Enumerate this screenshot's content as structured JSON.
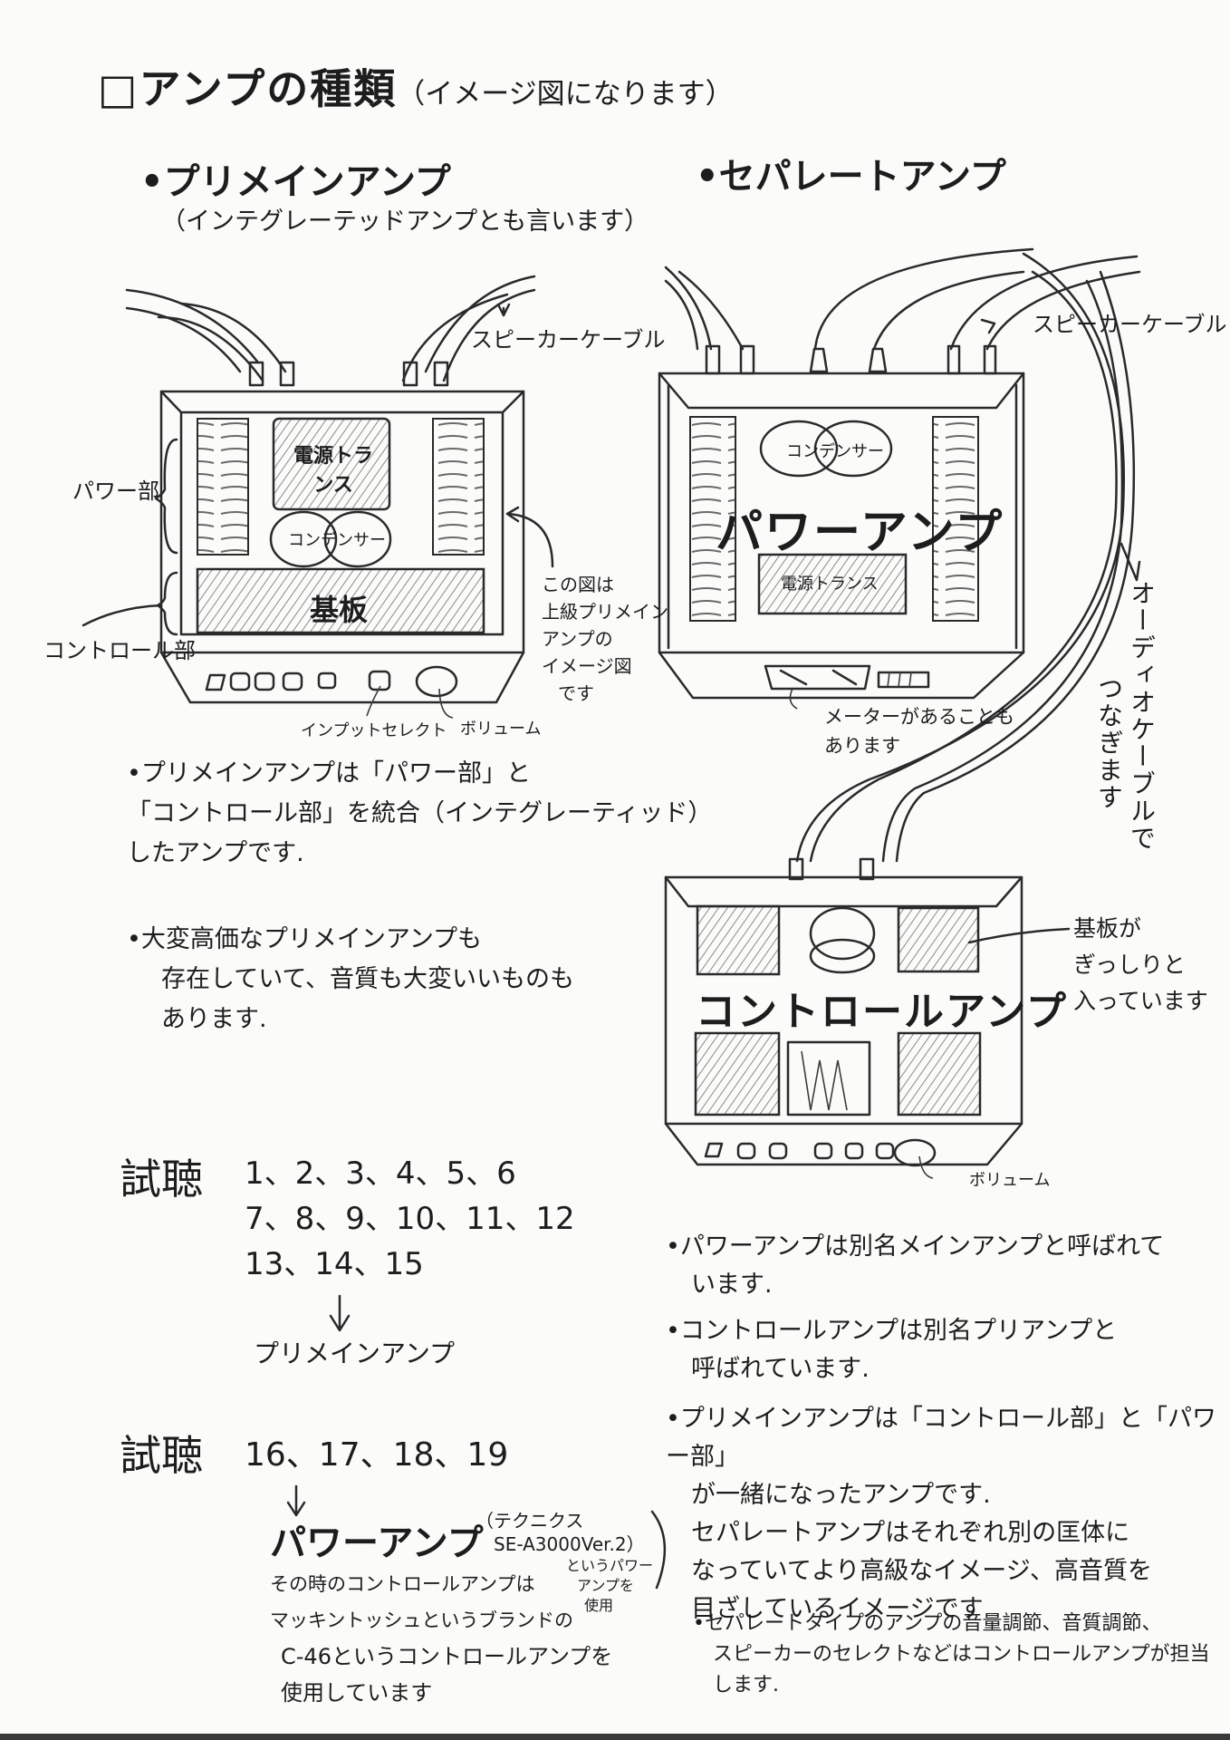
{
  "page": {
    "title": "□アンプの種類",
    "title_note": "（イメージ図になります）"
  },
  "integrated": {
    "heading": "•プリメインアンプ",
    "subheading": "（インテグレーテッドアンプとも言います）",
    "diagram": {
      "speaker_cable_label": "スピーカーケーブル",
      "power_section_label": "パワー部",
      "control_section_label": "コントロール部",
      "transformer_label": "電源トランス",
      "capacitor_label": "コンデンサー",
      "board_label": "基板",
      "input_select_label": "インプットセレクト",
      "volume_label": "ボリューム",
      "note_lines": [
        "この図は",
        "上級プリメイン",
        "アンプの",
        "イメージ図",
        "です"
      ]
    },
    "bullets": [
      {
        "lines": [
          "•プリメインアンプは「パワー部」と",
          "「コントロール部」を統合（インテグレーティッド）",
          "したアンプです."
        ]
      },
      {
        "lines": [
          "•大変高価なプリメインアンプも",
          "存在していて、音質も大変いいものも",
          "あります."
        ]
      }
    ]
  },
  "separate": {
    "heading": "•セパレートアンプ",
    "power_amp": {
      "label": "パワーアンプ",
      "capacitor_label": "コンデンサー",
      "transformer_label": "電源トランス",
      "speaker_cable_label": "スピーカーケーブル",
      "meter_note_lines": [
        "メーターがあることも",
        "あります"
      ]
    },
    "audio_cable_note": [
      "オーディオケーブルで",
      "つなぎます"
    ],
    "control_amp": {
      "label": "コントロールアンプ",
      "board_note_lines": [
        "基板が",
        "ぎっしりと",
        "入っています"
      ],
      "volume_label": "ボリューム"
    },
    "bullets": [
      {
        "lines": [
          "•パワーアンプは別名メインアンプと呼ばれて",
          "います."
        ]
      },
      {
        "lines": [
          "•コントロールアンプは別名プリアンプと",
          "呼ばれています."
        ]
      },
      {
        "lines": [
          "•プリメインアンプは「コントロール部」と「パワー部」",
          "が一緒になったアンプです.",
          "セパレートアンプはそれぞれ別の匡体に",
          "なっていてより高級なイメージ、高音質を",
          "目ざしているイメージです"
        ]
      },
      {
        "lines": [
          "•セパレートタイプのアンプの音量調節、音質調節、",
          "スピーカーのセレクトなどはコントロールアンプが担当",
          "します."
        ]
      }
    ]
  },
  "trials": {
    "group1": {
      "label": "試聴",
      "lines": [
        "1、2、3、4、5、6",
        "7、8、9、10、11、12",
        "13、14、15"
      ],
      "arrow": "↓",
      "result": "プリメインアンプ"
    },
    "group2": {
      "label": "試聴",
      "numbers": "16、17、18、19",
      "arrow": "↓",
      "result": "パワーアンプ",
      "model_note_lines": [
        "（テクニクス",
        "SE-A3000Ver.2）",
        "というパワー",
        "アンプを",
        "使用"
      ],
      "description_lines": [
        "その時のコントロールアンプは",
        "マッキントッシュというブランドの",
        "C-46というコントロールアンプを",
        "使用しています"
      ]
    }
  }
}
